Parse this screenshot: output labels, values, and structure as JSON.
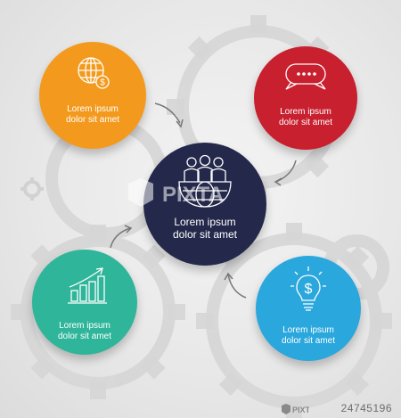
{
  "colors": {
    "orange": "#f39a1e",
    "red": "#c8202f",
    "teal": "#2fb59a",
    "blue": "#2aa7dd",
    "navy": "#24284a",
    "arrow": "#777777",
    "gear": "#dcdcdc"
  },
  "nodes": {
    "top_left": {
      "line1": "Lorem ipsum",
      "line2": "dolor sit amet",
      "icon": "globe-dollar-icon"
    },
    "top_right": {
      "line1": "Lorem ipsum",
      "line2": "dolor sit amet",
      "icon": "speech-bubble-icon"
    },
    "bottom_left": {
      "line1": "Lorem ipsum",
      "line2": "dolor sit amet",
      "icon": "bar-chart-growth-icon"
    },
    "bottom_right": {
      "line1": "Lorem ipsum",
      "line2": "dolor sit amet",
      "icon": "lightbulb-dollar-icon"
    },
    "center": {
      "line1": "Lorem ipsum",
      "line2": "dolor sit amet",
      "icon": "team-globe-icon"
    }
  },
  "footer": {
    "brand": "PIXTA",
    "id": "24745196"
  }
}
